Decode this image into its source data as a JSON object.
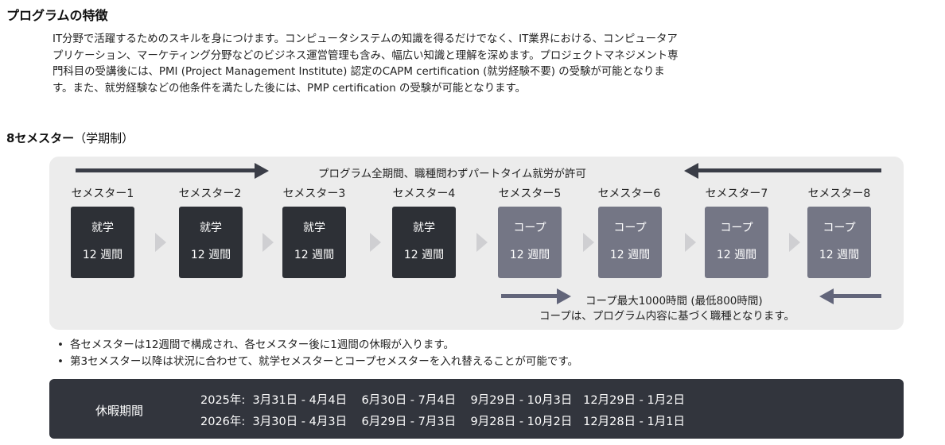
{
  "header": {
    "title": "プログラムの特徴"
  },
  "description": [
    "IT分野で活躍するためのスキルを身につけます。コンピュータシステムの知識を得るだけでなく、IT業界における、コンピュータア",
    "プリケーション、マーケティング分野などのビジネス運営管理も含み、幅広い知識と理解を深めます。プロジェクトマネジメント専",
    "門科目の受講後には、PMI (Project Management Institute) 認定のCAPM certification (就労経験不要) の受験が可能となりま",
    "す。また、就労経験などの他条件を満たした後には、PMP certification の受験が可能となります。"
  ],
  "schedule": {
    "heading_bold": "8セメスター",
    "heading_note": "（学期制）",
    "top_caption": "プログラム全期間、職種問わずパートタイム就労が許可",
    "semesters": [
      {
        "label": "セメスター1",
        "type": "就学",
        "duration": "12 週間",
        "color": "#2d3036"
      },
      {
        "label": "セメスター2",
        "type": "就学",
        "duration": "12 週間",
        "color": "#2d3036"
      },
      {
        "label": "セメスター3",
        "type": "就学",
        "duration": "12 週間",
        "color": "#2d3036"
      },
      {
        "label": "セメスター4",
        "type": "就学",
        "duration": "12 週間",
        "color": "#2d3036"
      },
      {
        "label": "セメスター5",
        "type": "コープ",
        "duration": "12 週間",
        "color": "#747685"
      },
      {
        "label": "セメスター6",
        "type": "コープ",
        "duration": "12 週間",
        "color": "#747685"
      },
      {
        "label": "セメスター7",
        "type": "コープ",
        "duration": "12 週間",
        "color": "#747685"
      },
      {
        "label": "セメスター8",
        "type": "コープ",
        "duration": "12 週間",
        "color": "#747685"
      }
    ],
    "coop_caption1": "コープ最大1000時間 (最低800時間)",
    "coop_caption2": "コープは、プログラム内容に基づく職種となります。"
  },
  "notes": [
    "各セメスターは12週間で構成され、各セメスター後に1週間の休暇が入ります。",
    "第3セメスター以降は状況に合わせて、就学セメスターとコープセメスターを入れ替えることが可能です。"
  ],
  "vacation": {
    "label": "休暇期間",
    "rows": [
      "2025年:  3月31日 - 4月4日    6月30日 - 7月4日    9月29日 - 10月3日   12月29日 - 1月2日",
      "2026年:  3月30日 - 4月3日    6月29日 - 7月3日    9月28日 - 10月2日   12月28日 - 1月1日"
    ]
  }
}
